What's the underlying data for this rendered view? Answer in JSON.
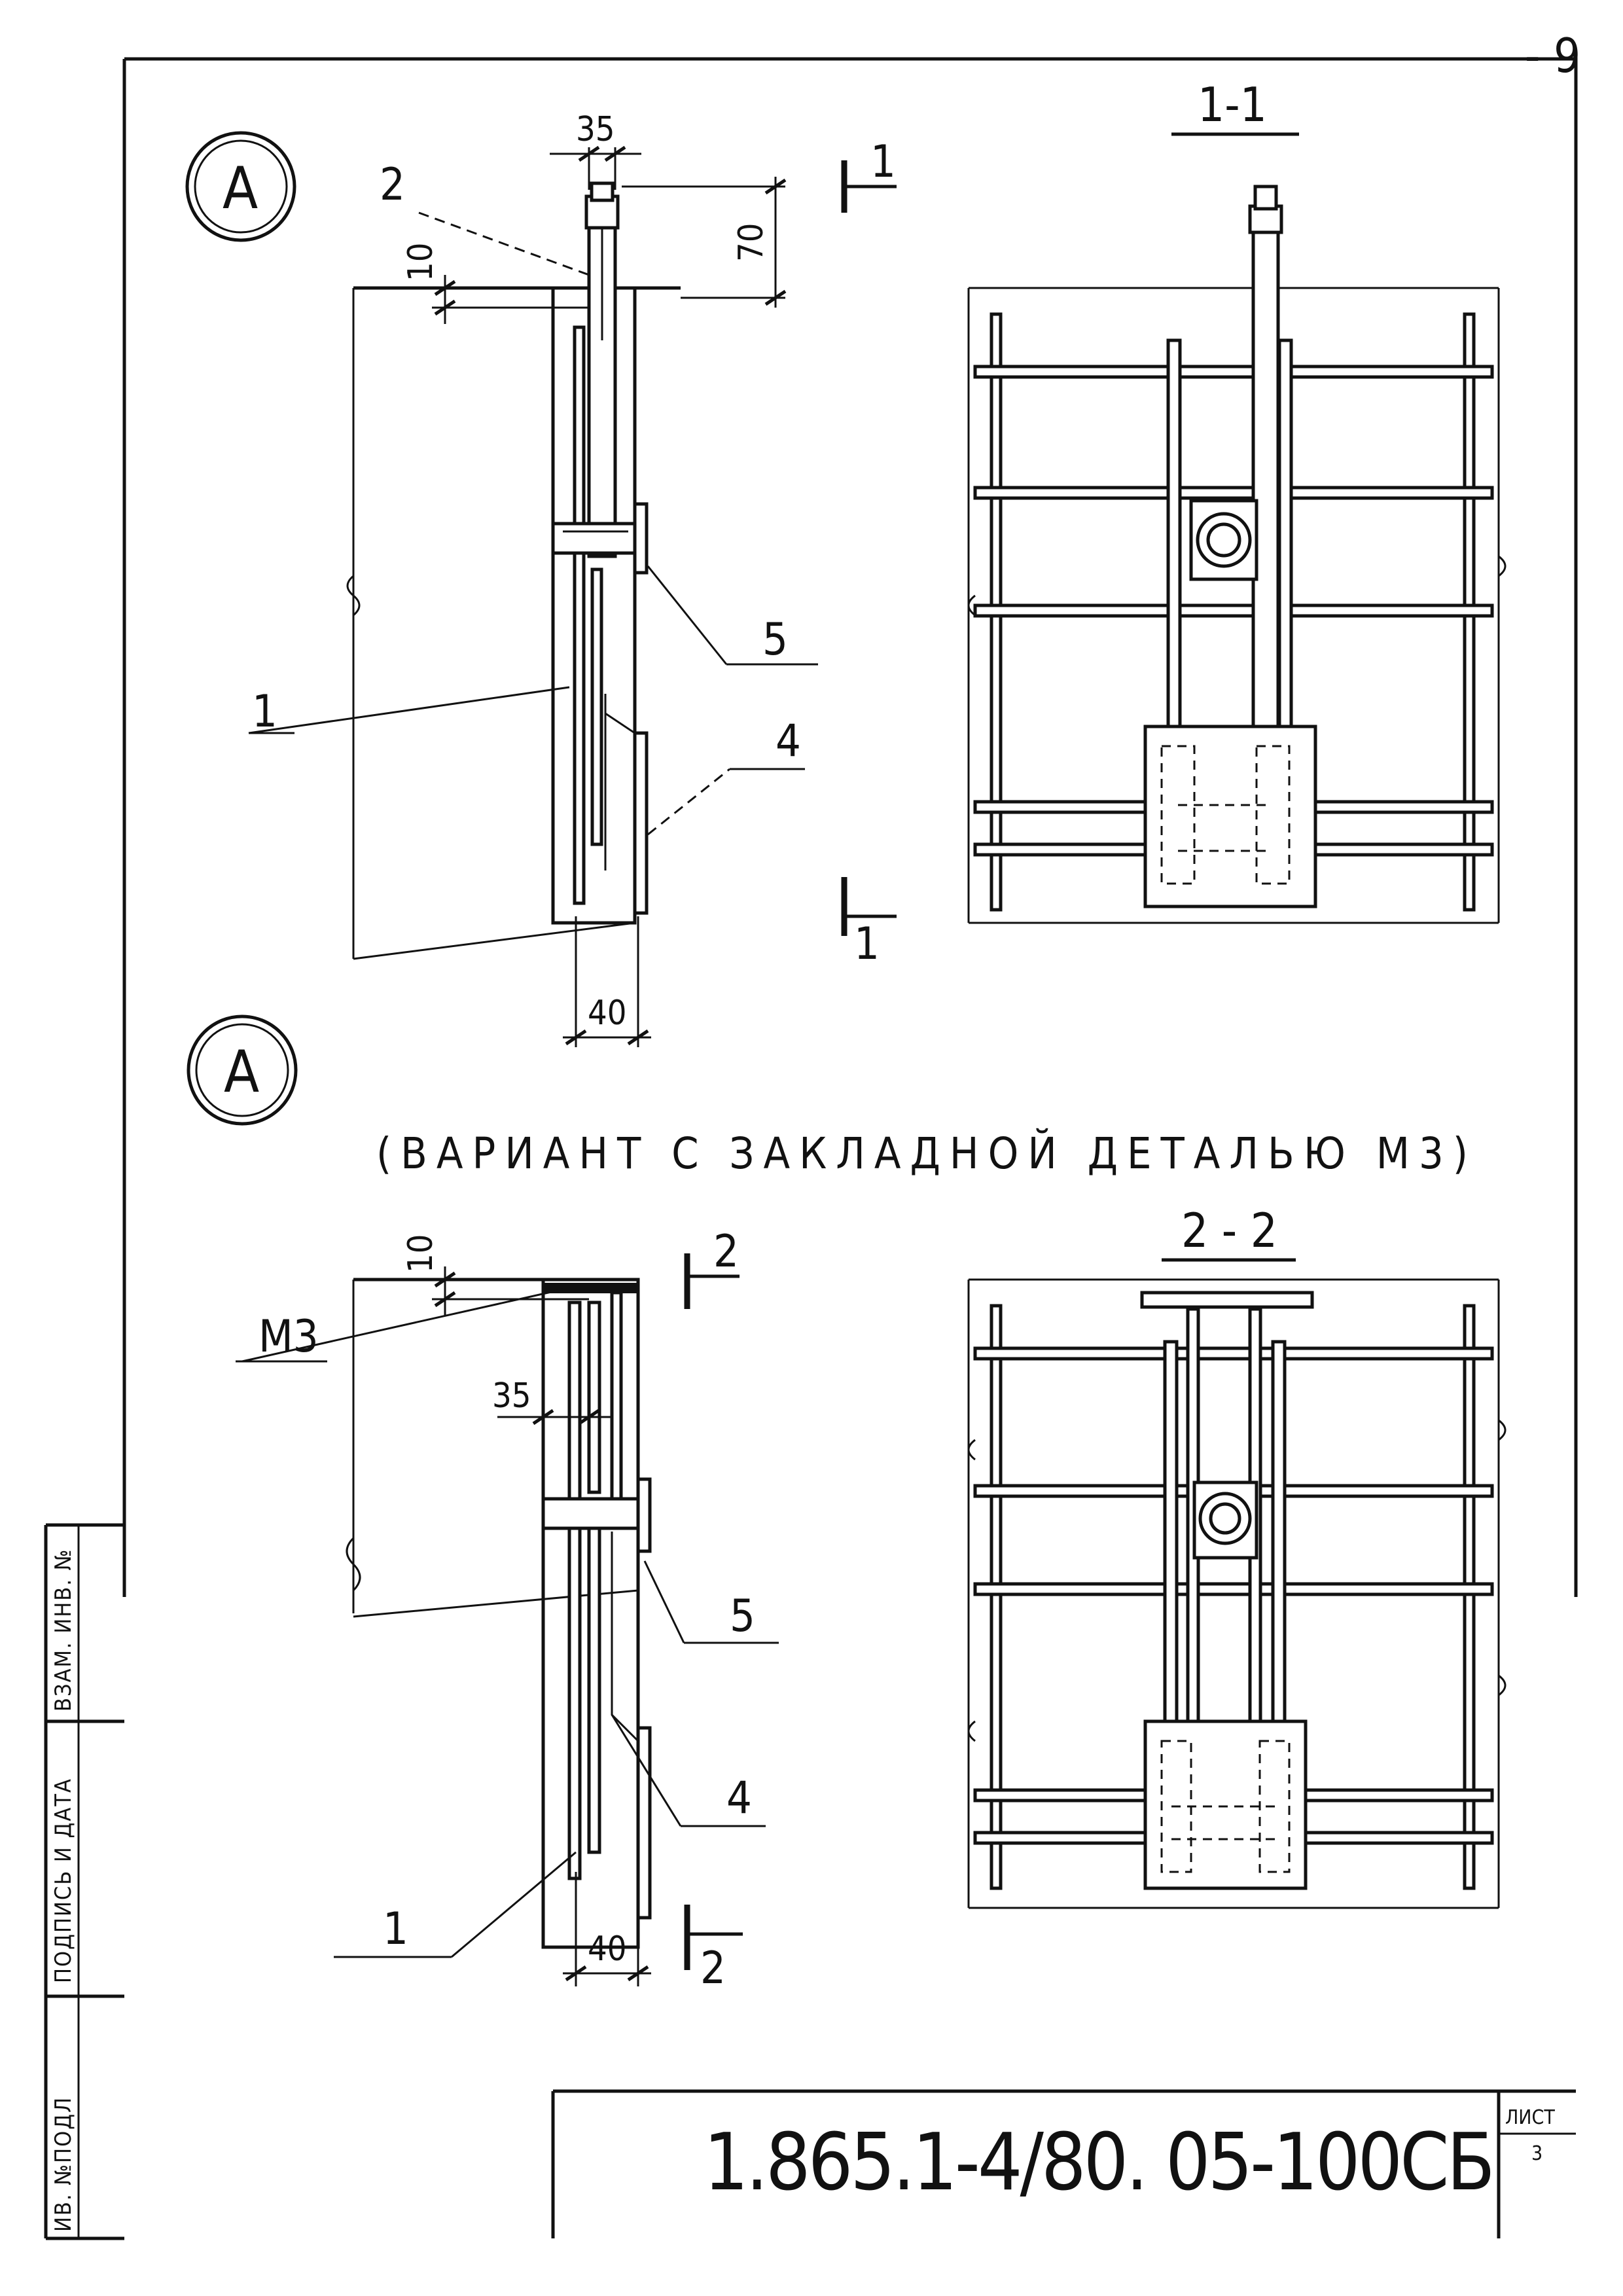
{
  "page": {
    "sheet_mark": "- 9",
    "drawing_code": "1.865.1-4/80. 05-100СБ",
    "sheet_label": "ЛИСТ",
    "sheet_number": "3"
  },
  "view_a1": {
    "callout": "А",
    "dims": {
      "top_width": "35",
      "top_gap": "10",
      "height": "70",
      "bottom_width": "40"
    },
    "positions": {
      "p2": "2",
      "p1": "1",
      "p5": "5",
      "p4": "4"
    },
    "cut_mark": "1"
  },
  "section_1_1": {
    "label": "1-1"
  },
  "view_a2": {
    "callout": "А",
    "caption": "(ВАРИАНТ С ЗАКЛАДНОЙ ДЕТАЛЬЮ М3)",
    "dims": {
      "top_gap": "10",
      "width": "35",
      "bottom_width": "40"
    },
    "positions": {
      "m3": "М3",
      "p5": "5",
      "p4": "4",
      "p1": "1"
    },
    "cut_mark": "2"
  },
  "section_2_2": {
    "label": "2 - 2"
  },
  "side_stamp": {
    "inv_podl": "ИВ. №ПОДЛ",
    "podpis_data": "ПОДПИСЬ И ДАТА",
    "vzam_inv": "ВЗАМ. ИНВ. №"
  }
}
